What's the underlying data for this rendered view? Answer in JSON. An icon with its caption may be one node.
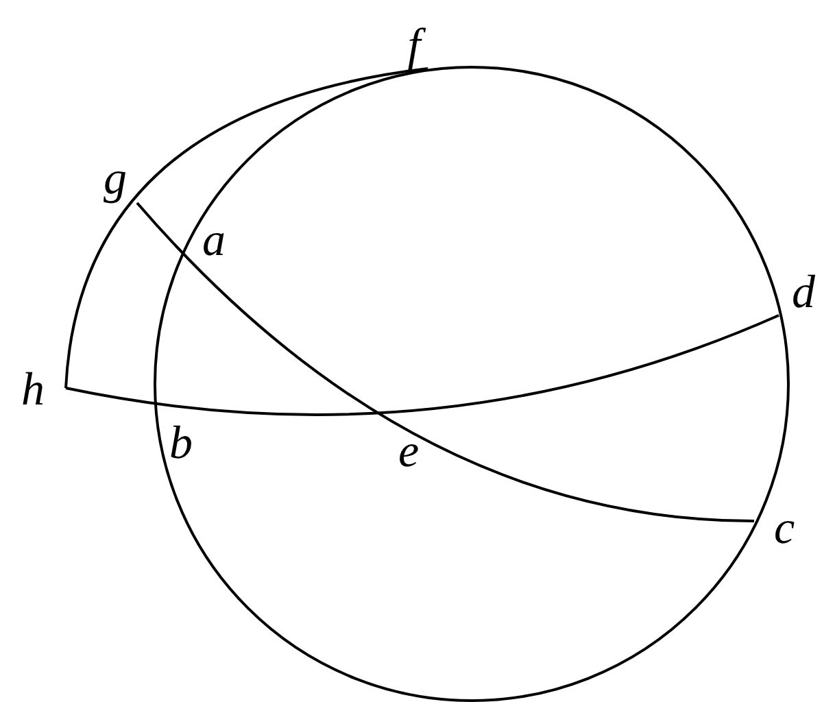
{
  "diagram": {
    "labels": [
      "f",
      "g",
      "a",
      "d",
      "h",
      "b",
      "e",
      "c"
    ]
  }
}
